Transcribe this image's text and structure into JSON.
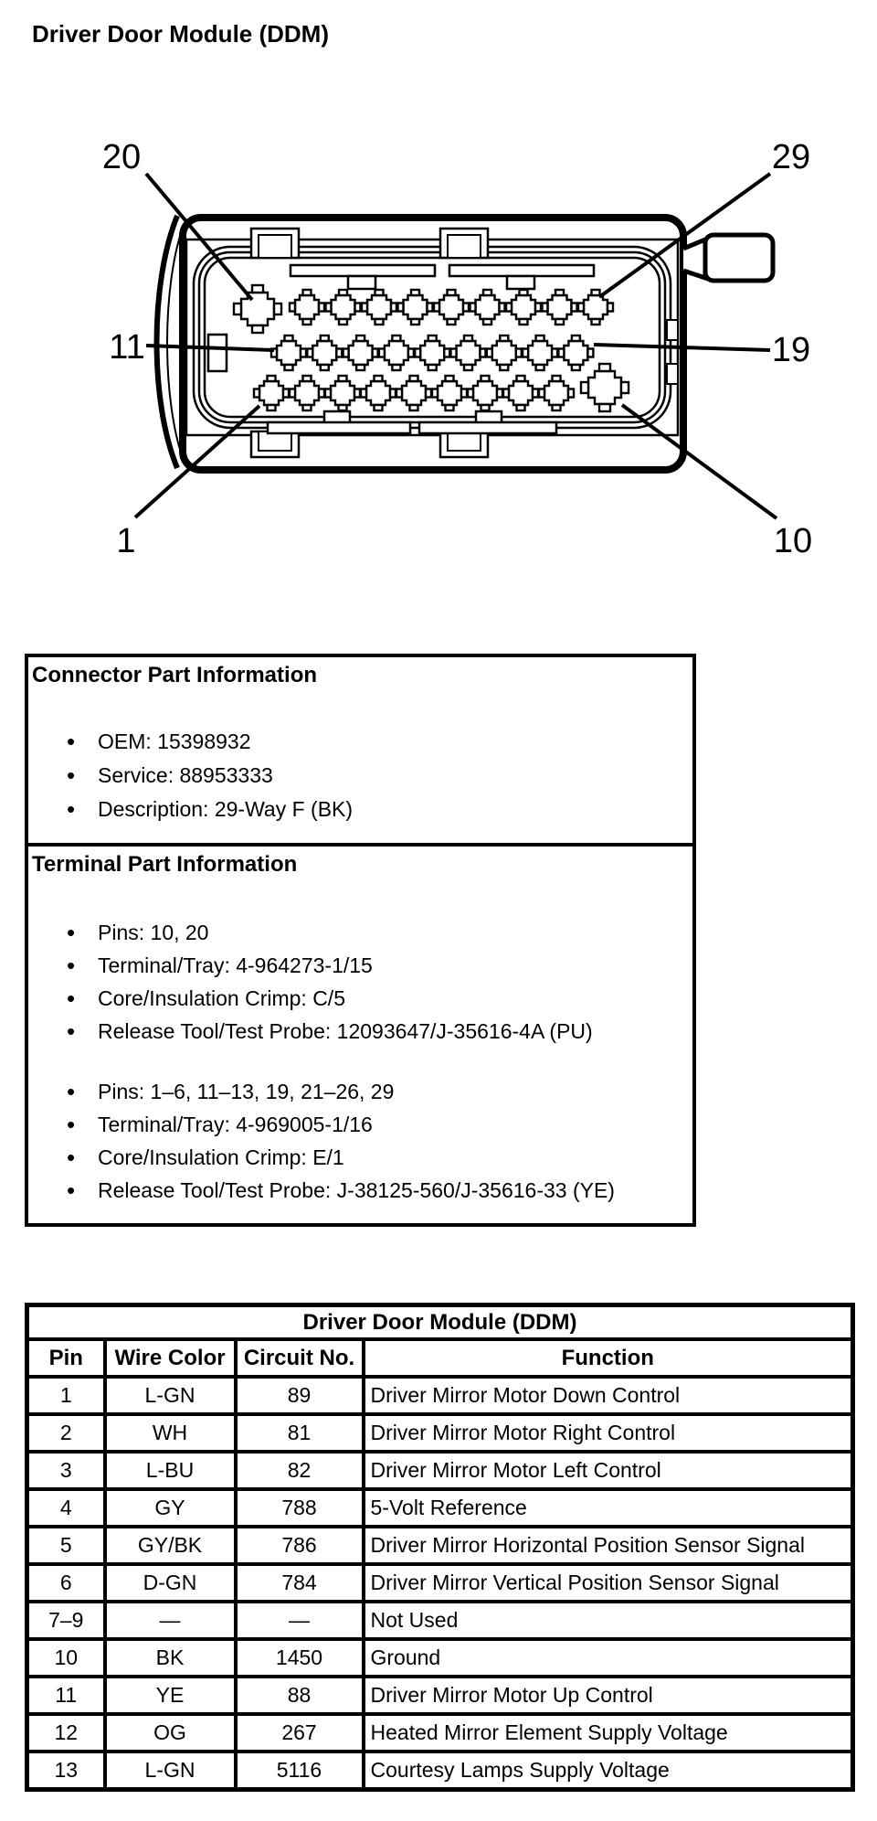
{
  "page_title": "Driver Door Module (DDM)",
  "colors": {
    "ink": "#000000",
    "paper": "#ffffff"
  },
  "diagram": {
    "description": "29-way connector face view",
    "callouts": [
      {
        "label": "20"
      },
      {
        "label": "29"
      },
      {
        "label": "11"
      },
      {
        "label": "19"
      },
      {
        "label": "1"
      },
      {
        "label": "10"
      }
    ]
  },
  "info_box": {
    "sections": [
      {
        "heading": "Connector Part Information",
        "groups": [
          [
            "OEM: 15398932",
            "Service: 88953333",
            "Description: 29-Way F (BK)"
          ]
        ]
      },
      {
        "heading": "Terminal Part Information",
        "groups": [
          [
            "Pins: 10, 20",
            "Terminal/Tray: 4-964273-1/15",
            "Core/Insulation Crimp: C/5",
            "Release Tool/Test Probe: 12093647/J-35616-4A (PU)"
          ],
          [
            "Pins: 1–6, 11–13, 19, 21–26, 29",
            "Terminal/Tray: 4-969005-1/16",
            "Core/Insulation Crimp: E/1",
            "Release Tool/Test Probe: J-38125-560/J-35616-33 (YE)"
          ]
        ]
      }
    ]
  },
  "pinout_table": {
    "title": "Driver Door Module (DDM)",
    "columns": [
      "Pin",
      "Wire Color",
      "Circuit No.",
      "Function"
    ],
    "rows": [
      {
        "pin": "1",
        "wire_color": "L-GN",
        "circuit_no": "89",
        "function": "Driver Mirror Motor Down Control"
      },
      {
        "pin": "2",
        "wire_color": "WH",
        "circuit_no": "81",
        "function": "Driver Mirror Motor Right Control"
      },
      {
        "pin": "3",
        "wire_color": "L-BU",
        "circuit_no": "82",
        "function": "Driver Mirror Motor Left Control"
      },
      {
        "pin": "4",
        "wire_color": "GY",
        "circuit_no": "788",
        "function": "5-Volt Reference"
      },
      {
        "pin": "5",
        "wire_color": "GY/BK",
        "circuit_no": "786",
        "function": "Driver Mirror Horizontal Position Sensor Signal"
      },
      {
        "pin": "6",
        "wire_color": "D-GN",
        "circuit_no": "784",
        "function": "Driver Mirror Vertical Position Sensor Signal"
      },
      {
        "pin": "7–9",
        "wire_color": "—",
        "circuit_no": "—",
        "function": "Not Used"
      },
      {
        "pin": "10",
        "wire_color": "BK",
        "circuit_no": "1450",
        "function": "Ground"
      },
      {
        "pin": "11",
        "wire_color": "YE",
        "circuit_no": "88",
        "function": "Driver Mirror Motor Up Control"
      },
      {
        "pin": "12",
        "wire_color": "OG",
        "circuit_no": "267",
        "function": "Heated Mirror Element Supply Voltage"
      },
      {
        "pin": "13",
        "wire_color": "L-GN",
        "circuit_no": "5116",
        "function": "Courtesy Lamps Supply Voltage"
      }
    ]
  }
}
